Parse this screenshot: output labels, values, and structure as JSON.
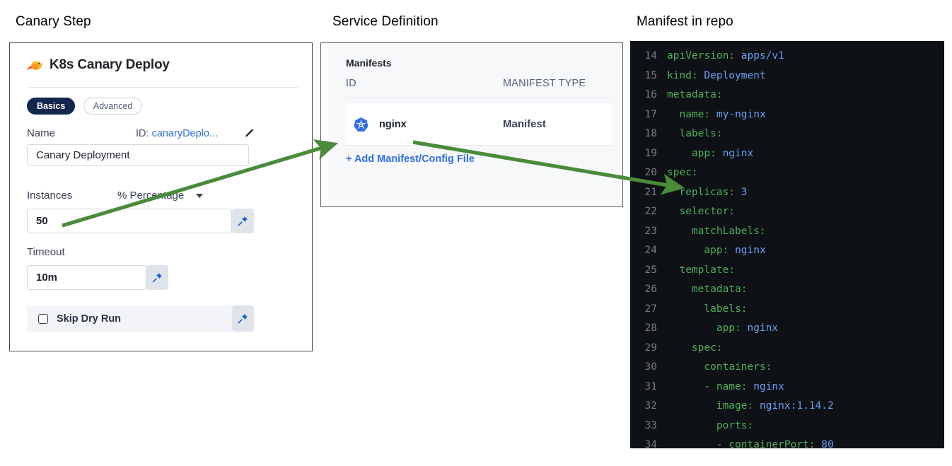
{
  "captions": {
    "canary": "Canary Step",
    "service": "Service Definition",
    "manifest": "Manifest in repo"
  },
  "colors": {
    "accent_blue": "#2f6fe4",
    "pill_active_bg": "#14264c",
    "arrow_green": "#4a8b3b",
    "code_bg": "#0e1116",
    "code_key_green": "#4fae5a",
    "code_value_blue": "#6aa0f0",
    "code_gutter": "#717d84",
    "k8s_blue": "#326ce5"
  },
  "canary_step": {
    "icon": "canary-bird-icon",
    "title": "K8s Canary Deploy",
    "tabs": [
      {
        "label": "Basics",
        "active": true
      },
      {
        "label": "Advanced",
        "active": false
      }
    ],
    "name_field": {
      "label": "Name",
      "id_prefix": "ID:",
      "id_value": "canaryDeplo...",
      "edit_icon": "pencil-icon",
      "value": "Canary Deployment"
    },
    "instances_field": {
      "label": "Instances",
      "unit_select": "% Percentage",
      "unit_caret": "chevron-down-icon",
      "value": "50",
      "pin_icon": "pin-icon"
    },
    "timeout_field": {
      "label": "Timeout",
      "value": "10m",
      "pin_icon": "pin-icon"
    },
    "skip_dry_run": {
      "label": "Skip Dry Run",
      "checked": false,
      "pin_icon": "pin-icon"
    }
  },
  "service_definition": {
    "section_title": "Manifests",
    "columns": {
      "id": "ID",
      "type": "MANIFEST TYPE"
    },
    "rows": [
      {
        "icon": "kubernetes-icon",
        "id": "nginx",
        "type": "Manifest"
      }
    ],
    "add_link": "+ Add Manifest/Config File"
  },
  "manifest_code": {
    "language": "yaml",
    "first_line_number": 14,
    "lines": [
      {
        "n": "14",
        "indent": 0,
        "key": "apiVersion:",
        "value": "apps/v1"
      },
      {
        "n": "15",
        "indent": 0,
        "key": "kind:",
        "value": "Deployment"
      },
      {
        "n": "16",
        "indent": 0,
        "key": "metadata:",
        "value": ""
      },
      {
        "n": "17",
        "indent": 1,
        "key": "name:",
        "value": "my-nginx"
      },
      {
        "n": "18",
        "indent": 1,
        "key": "labels:",
        "value": ""
      },
      {
        "n": "19",
        "indent": 2,
        "key": "app:",
        "value": "nginx"
      },
      {
        "n": "20",
        "indent": 0,
        "key": "spec:",
        "value": ""
      },
      {
        "n": "21",
        "indent": 1,
        "key": "replicas:",
        "value": "3"
      },
      {
        "n": "22",
        "indent": 1,
        "key": "selector:",
        "value": ""
      },
      {
        "n": "23",
        "indent": 2,
        "key": "matchLabels:",
        "value": ""
      },
      {
        "n": "24",
        "indent": 3,
        "key": "app:",
        "value": "nginx"
      },
      {
        "n": "25",
        "indent": 1,
        "key": "template:",
        "value": ""
      },
      {
        "n": "26",
        "indent": 2,
        "key": "metadata:",
        "value": ""
      },
      {
        "n": "27",
        "indent": 3,
        "key": "labels:",
        "value": ""
      },
      {
        "n": "28",
        "indent": 4,
        "key": "app:",
        "value": "nginx"
      },
      {
        "n": "29",
        "indent": 2,
        "key": "spec:",
        "value": ""
      },
      {
        "n": "30",
        "indent": 3,
        "key": "containers:",
        "value": ""
      },
      {
        "n": "31",
        "indent": 3,
        "key": "- name:",
        "value": "nginx"
      },
      {
        "n": "32",
        "indent": 4,
        "key": "image:",
        "value": "nginx:1.14.2"
      },
      {
        "n": "33",
        "indent": 4,
        "key": "ports:",
        "value": ""
      },
      {
        "n": "34",
        "indent": 4,
        "key": "- containerPort:",
        "value": "80"
      }
    ]
  },
  "annotations": {
    "arrows": [
      {
        "name": "arrow-instances-to-manifest",
        "from": "Instances value 50",
        "to": "nginx manifest icon"
      },
      {
        "name": "arrow-manifest-to-replicas",
        "from": "nginx manifest row",
        "to": "replicas: 3"
      }
    ]
  }
}
